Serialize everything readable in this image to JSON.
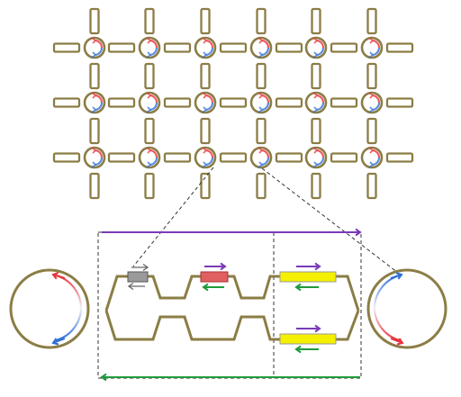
{
  "diagram": {
    "colors": {
      "frame": "#8b7d45",
      "red": "#e8333c",
      "blue": "#2f6fd6",
      "purple": "#7a3bb8",
      "purple_glow": "#d8b8ee",
      "green": "#1f9a3c",
      "green_glow": "#c9f0a8",
      "gray_box": "#9a9a9a",
      "red_box": "#e06060",
      "yellow_box": "#f4f000",
      "dashed": "#333333"
    },
    "lattice": {
      "rows": 3,
      "cols": 6,
      "magnified_node": {
        "row": 2,
        "col": 3
      }
    },
    "detail": {
      "waveguide_segments": 3,
      "boxes": [
        "gray-coupler",
        "red-coupler",
        "yellow-coupler-top",
        "yellow-coupler-bottom"
      ]
    }
  }
}
